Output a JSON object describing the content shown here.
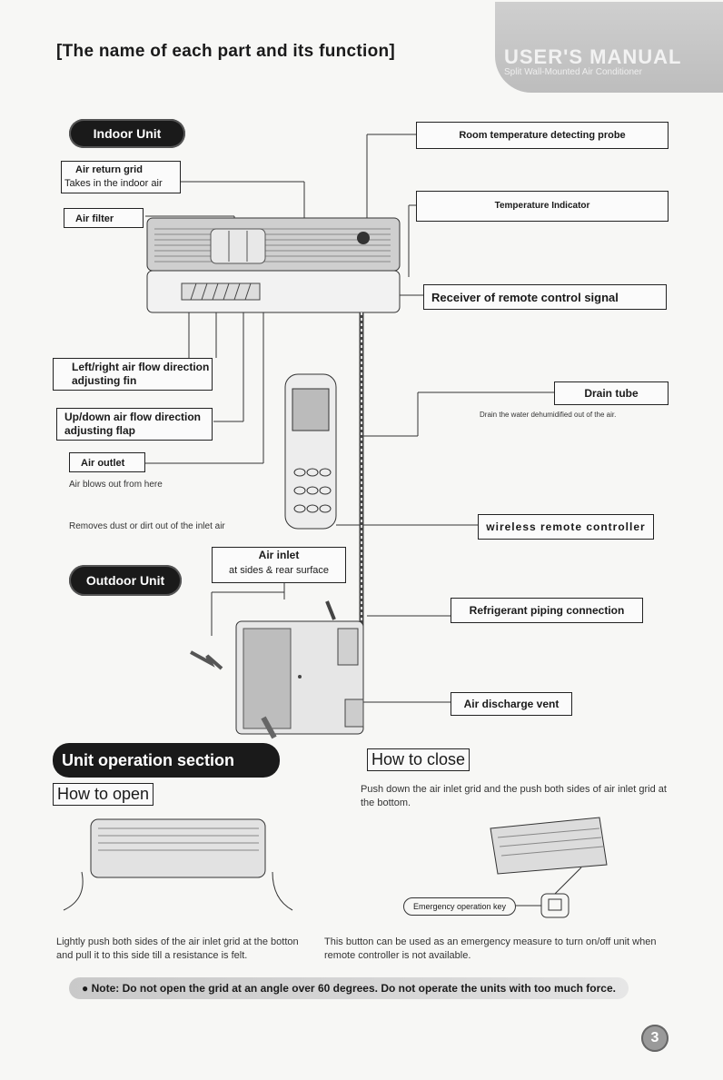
{
  "title": "[The name of each part and its function]",
  "manual": {
    "title": "USER'S MANUAL",
    "subtitle": "Split Wall-Mounted Air Conditioner"
  },
  "indoor_unit": {
    "heading": "Indoor Unit",
    "air_return_grid": {
      "label": "Air return grid",
      "desc": "Takes in the indoor air"
    },
    "air_filter": {
      "label": "Air filter",
      "desc": "Removes dust or dirt out of the inlet air"
    },
    "room_temp_probe": "Room temperature detecting probe",
    "temp_indicator": "Temperature Indicator",
    "receiver": "Receiver of remote control signal",
    "left_right_fin": "Left/right air flow direction adjusting fin",
    "up_down_flap": "Up/down air flow direction adjusting flap",
    "air_outlet": {
      "label": "Air outlet",
      "desc": "Air blows out from here"
    },
    "drain_tube": {
      "label": "Drain tube",
      "desc": "Drain the water dehumidified out of the air."
    },
    "remote": "wireless remote controller"
  },
  "outdoor_unit": {
    "heading": "Outdoor Unit",
    "air_inlet": {
      "label": "Air inlet",
      "desc": "at sides & rear surface"
    },
    "refrigerant": "Refrigerant piping connection",
    "air_discharge": "Air discharge vent"
  },
  "operation": {
    "heading": "Unit operation section",
    "how_to_open": "How to open",
    "open_text": "Lightly push both sides of the air inlet grid at the botton and pull it to this side till a resistance is felt.",
    "how_to_close": "How to close",
    "close_text": "Push down the air inlet grid and the push both sides of air inlet grid at the bottom.",
    "emergency_key": "Emergency operation key",
    "emergency_text": "This button can be used as an emergency measure to turn on/off unit when remote controller is not available."
  },
  "note": "Note: Do not open the grid at an angle over 60 degrees. Do not operate the units with too much force.",
  "page_number": "3"
}
